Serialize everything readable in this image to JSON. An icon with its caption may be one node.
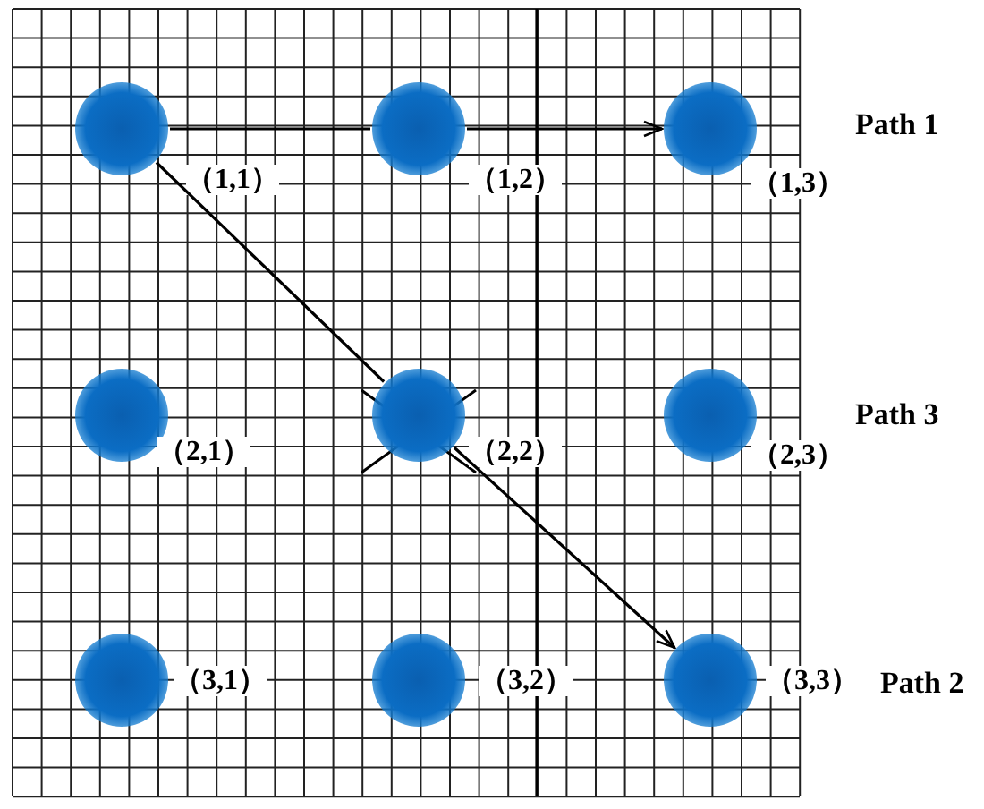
{
  "diagram": {
    "nodes": [
      {
        "text": [],
        "shape": "circle",
        "beside": [
          "（1,1）"
        ]
      },
      {
        "text": [],
        "shape": "circle",
        "beside": [
          "（1,2）"
        ]
      },
      {
        "text": [],
        "shape": "circle",
        "beside": [
          "（1,3）"
        ]
      },
      {
        "text": [],
        "shape": "circle",
        "beside": [
          "（2,1）"
        ]
      },
      {
        "text": [],
        "shape": "circle",
        "beside": [
          "（2,2）"
        ]
      },
      {
        "text": [],
        "shape": "circle",
        "beside": [
          "（2,3）"
        ]
      },
      {
        "text": [],
        "shape": "circle",
        "beside": [
          "（3,1）"
        ]
      },
      {
        "text": [],
        "shape": "circle",
        "beside": [
          "（3,2）"
        ]
      },
      {
        "text": [],
        "shape": "circle",
        "beside": [
          "（3,3）"
        ]
      }
    ],
    "edges": [
      {
        "from": 0,
        "to": 1,
        "arrow": "none"
      },
      {
        "from": 1,
        "to": 2,
        "arrow": "to"
      },
      {
        "from": 0,
        "to": 4,
        "arrow": "none"
      },
      {
        "from": 4,
        "to": 8,
        "arrow": "to"
      }
    ],
    "labels": [
      "Path 1",
      "Path 3",
      "Path 2"
    ]
  }
}
